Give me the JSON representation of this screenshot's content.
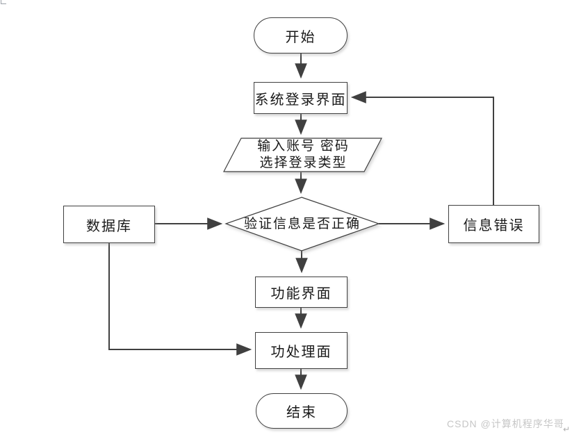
{
  "palette": {
    "shape_stroke": "#3f3f3f",
    "connector": "#404040",
    "shape_fill": "#ffffff",
    "text": "#1a1a1a",
    "watermark": "#c6c6c6"
  },
  "nodes": {
    "start": {
      "shape": "terminator",
      "label": "开始"
    },
    "login": {
      "shape": "process",
      "label": "系统登录界面"
    },
    "input": {
      "shape": "input-output",
      "lines": [
        "输入账号 密码",
        "选择登录类型"
      ]
    },
    "verify": {
      "shape": "decision",
      "label": "验证信息是否正确"
    },
    "database": {
      "shape": "process",
      "label": "数据库"
    },
    "error": {
      "shape": "process",
      "label": "信息错误"
    },
    "function_ui": {
      "shape": "process",
      "label": "功能界面"
    },
    "process_ui": {
      "shape": "process",
      "label": "功处理面"
    },
    "end": {
      "shape": "terminator",
      "label": "结束"
    }
  },
  "edges": [
    {
      "from": "start",
      "to": "login"
    },
    {
      "from": "login",
      "to": "input"
    },
    {
      "from": "input",
      "to": "verify"
    },
    {
      "from": "verify",
      "to": "function_ui"
    },
    {
      "from": "function_ui",
      "to": "process_ui"
    },
    {
      "from": "process_ui",
      "to": "end"
    },
    {
      "from": "database",
      "to": "verify"
    },
    {
      "from": "verify",
      "to": "error"
    },
    {
      "from": "error",
      "to": "login"
    },
    {
      "from": "database",
      "to": "process_ui"
    }
  ],
  "watermark": {
    "text": "CSDN @计算机程序华哥",
    "return_mark": "↵"
  }
}
